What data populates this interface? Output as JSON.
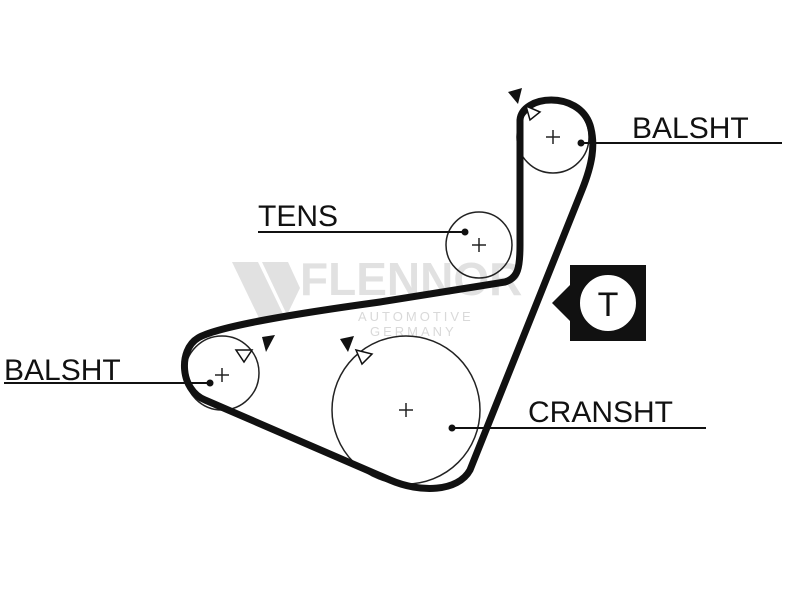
{
  "labels": {
    "balsht_top": "BALSHT",
    "tens": "TENS",
    "balsht_left": "BALSHT",
    "cranshaft": "CRANSHT",
    "timing_marker": "T"
  },
  "watermark": {
    "brand": "FLENNOR",
    "line1": "AUTOMOTIVE",
    "line2": "GERMANY"
  },
  "colors": {
    "ink": "#111111",
    "watermark": "#c9c9c9"
  }
}
